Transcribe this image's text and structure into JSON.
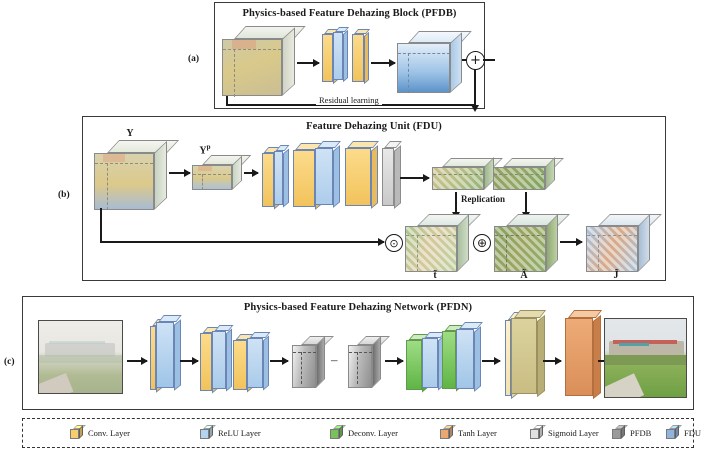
{
  "figure": {
    "panels": [
      {
        "tag": "(a)",
        "title": "Physics-based Feature Dehazing Block (PFDB)",
        "annotation": "Residual learning",
        "operators": [
          "+"
        ],
        "blocks": [
          "input-feature-cube",
          "conv-relu-conv-stack",
          "output-feature-cube"
        ]
      },
      {
        "tag": "(b)",
        "title": "Feature Dehazing Unit (FDU)",
        "annotation": "Replication",
        "operators": [
          "⊙",
          "⊕"
        ],
        "labels": {
          "input": "Y",
          "pooled": "Y",
          "pooled_sup": "p",
          "transmission": "t̃",
          "atmosphere": "Ã",
          "output": "J̃"
        }
      },
      {
        "tag": "(c)",
        "title": "Physics-based Feature Dehazing Network (PFDN)",
        "ellipsis": "–",
        "input_photo_alt": "hazy-scene-photo",
        "output_photo_alt": "dehazed-scene-photo"
      }
    ]
  },
  "legend": {
    "items": [
      {
        "label": "Conv. Layer",
        "icon": "conv-layer-cube",
        "color": "#f7ce6b"
      },
      {
        "label": "ReLU Layer",
        "icon": "relu-layer-cube",
        "color": "#b4d3ef"
      },
      {
        "label": "Deconv. Layer",
        "icon": "deconv-layer-cube",
        "color": "#76c35a"
      },
      {
        "label": "Tanh Layer",
        "icon": "tanh-layer-cube",
        "color": "#eaa870"
      },
      {
        "label": "Sigmoid Layer",
        "icon": "sigmoid-layer-cube",
        "color": "#e2e2e2"
      },
      {
        "label": "PFDB",
        "icon": "pfdb-cube",
        "color": "#9a9a9a"
      },
      {
        "label": "FDU",
        "icon": "fdu-cube",
        "color": "#8fb4dd"
      }
    ]
  },
  "colors": {
    "conv": "#f7ce6b",
    "relu": "#b4d3ef",
    "deconv": "#76c35a",
    "tanh": "#eaa870",
    "sigmoid": "#e2e2e2",
    "pfdb": "#9a9a9a",
    "fdu": "#8fb4dd",
    "stroke": "#1a1a1a"
  }
}
